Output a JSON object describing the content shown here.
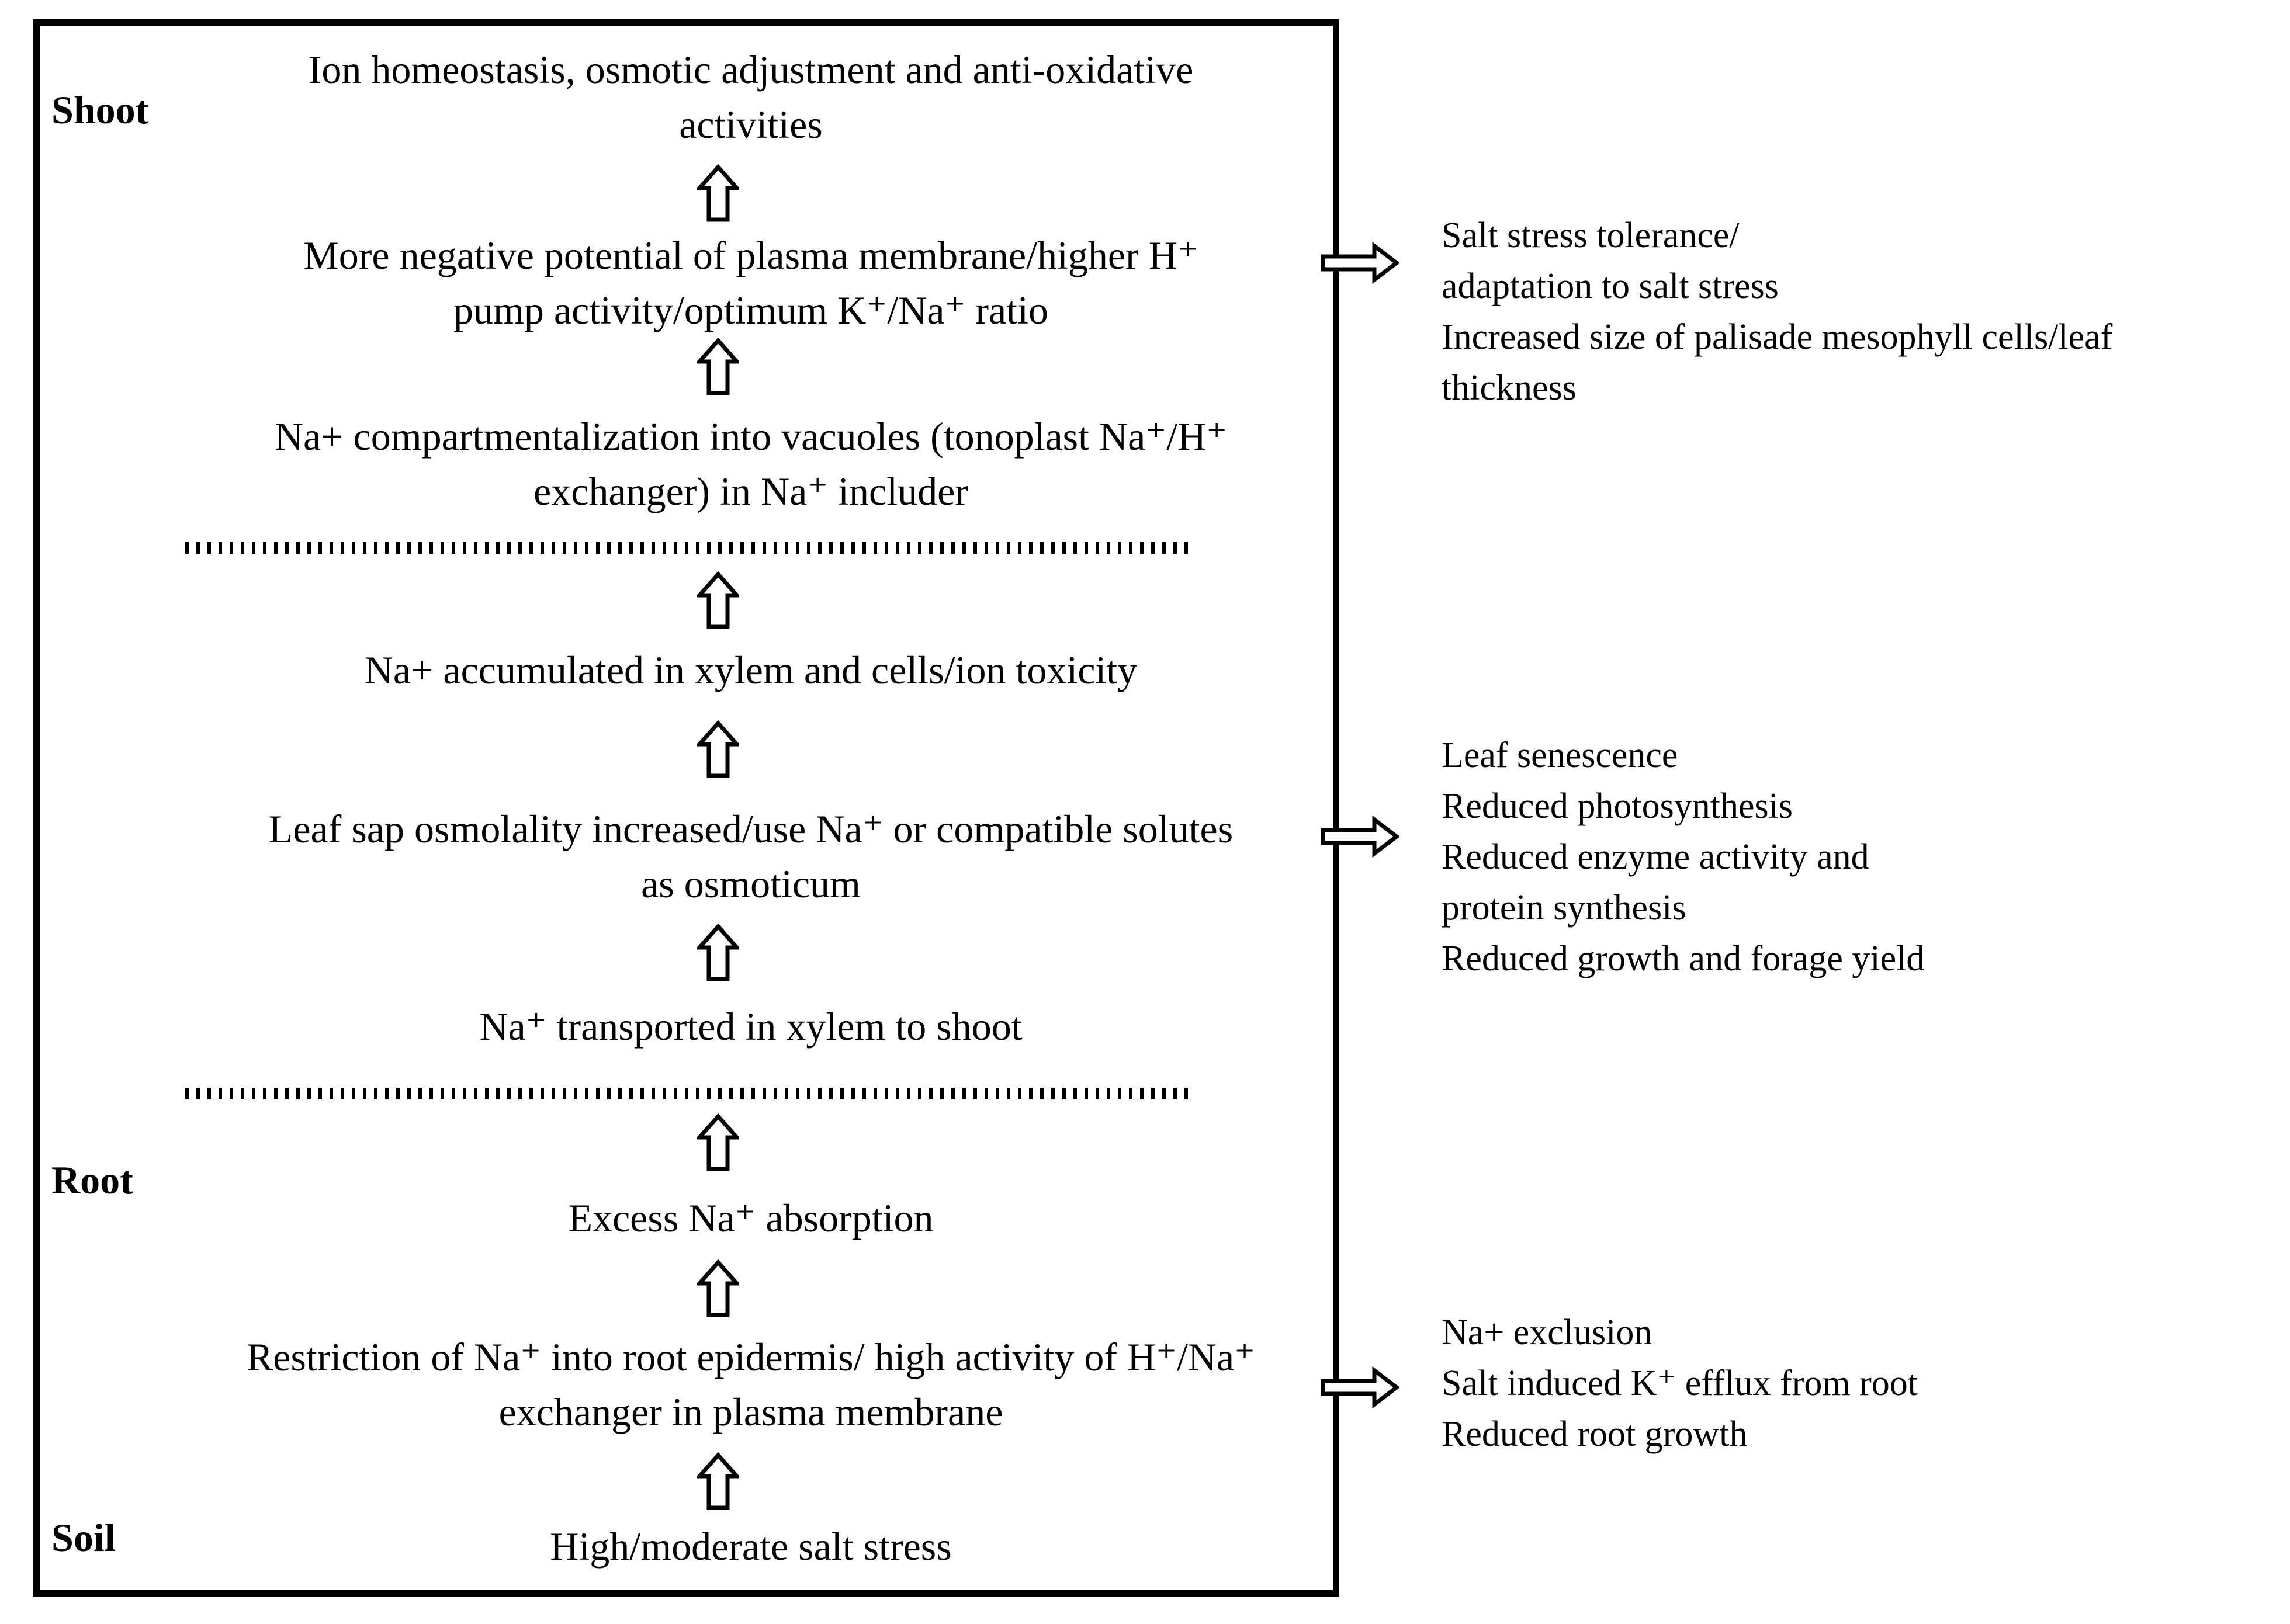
{
  "diagram": {
    "colors": {
      "background": "#ffffff",
      "line": "#000000",
      "arrow_fill": "#ffffff"
    },
    "region_labels": {
      "shoot": "Shoot",
      "root": "Root",
      "soil": "Soil"
    },
    "steps": [
      {
        "text": "Ion homeostasis, osmotic adjustment and anti-oxidative\nactivities"
      },
      {
        "text": "More negative potential of plasma membrane/higher H⁺\npump activity/optimum K⁺/Na⁺ ratio"
      },
      {
        "text": "Na+ compartmentalization into vacuoles (tonoplast Na⁺/H⁺\nexchanger) in Na⁺ includer"
      },
      {
        "text": "Na+ accumulated in xylem and cells/ion toxicity"
      },
      {
        "text": "Leaf sap osmolality increased/use Na⁺ or compatible solutes\nas osmoticum"
      },
      {
        "text": "Na⁺ transported in xylem to shoot"
      },
      {
        "text": "Excess Na⁺ absorption"
      },
      {
        "text": "Restriction of Na⁺ into root epidermis/ high activity of H⁺/Na⁺\nexchanger in plasma membrane"
      },
      {
        "text": "High/moderate salt stress"
      }
    ],
    "annotations": [
      {
        "text": "Salt stress tolerance/\nadaptation to salt stress\nIncreased size of palisade mesophyll cells/leaf\nthickness"
      },
      {
        "text": "Leaf senescence\nReduced photosynthesis\nReduced enzyme activity and\nprotein synthesis\nReduced growth and forage yield"
      },
      {
        "text": "Na+ exclusion\nSalt induced K⁺ efflux from root\nReduced root growth"
      }
    ]
  }
}
